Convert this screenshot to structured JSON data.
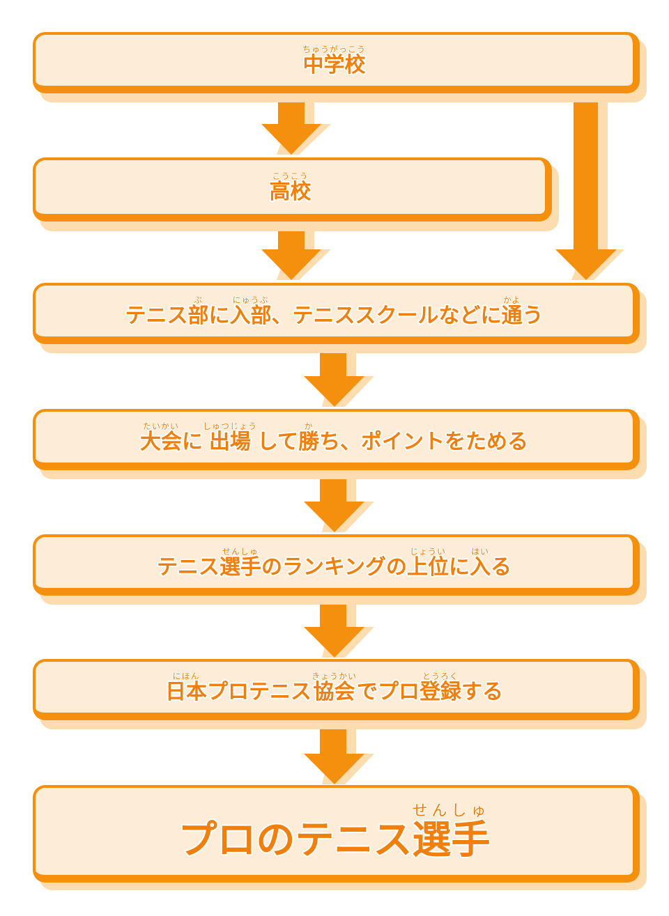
{
  "colors": {
    "accent": "#f5900f",
    "text": "#f07f0c",
    "box_fill": "#fdecd7",
    "shadow": "#fddcb0",
    "background": "#ffffff"
  },
  "steps": [
    {
      "id": "junior-high",
      "segments": [
        {
          "base": "中学校",
          "ruby": "ちゅうがっこう"
        }
      ]
    },
    {
      "id": "high-school",
      "segments": [
        {
          "base": "高校",
          "ruby": "こうこう"
        }
      ]
    },
    {
      "id": "join-club",
      "segments": [
        {
          "base": "テニス",
          "ruby": ""
        },
        {
          "base": "部",
          "ruby": "ぶ"
        },
        {
          "base": "に",
          "ruby": ""
        },
        {
          "base": "入部",
          "ruby": "にゅうぶ"
        },
        {
          "base": "、テニススクールなどに",
          "ruby": ""
        },
        {
          "base": "通",
          "ruby": "かよ"
        },
        {
          "base": "う",
          "ruby": ""
        }
      ]
    },
    {
      "id": "tournaments",
      "segments": [
        {
          "base": "大会",
          "ruby": "たいかい"
        },
        {
          "base": "に",
          "ruby": ""
        },
        {
          "base": "出場",
          "ruby": "しゅつじょう"
        },
        {
          "base": "して",
          "ruby": ""
        },
        {
          "base": "勝",
          "ruby": "か"
        },
        {
          "base": "ち、ポイントをためる",
          "ruby": ""
        }
      ]
    },
    {
      "id": "ranking",
      "segments": [
        {
          "base": "テニス",
          "ruby": ""
        },
        {
          "base": "選手",
          "ruby": "せんしゅ"
        },
        {
          "base": "のランキングの",
          "ruby": ""
        },
        {
          "base": "上位",
          "ruby": "じょうい"
        },
        {
          "base": "に",
          "ruby": ""
        },
        {
          "base": "入",
          "ruby": "はい"
        },
        {
          "base": "る",
          "ruby": ""
        }
      ]
    },
    {
      "id": "registration",
      "segments": [
        {
          "base": "日本",
          "ruby": "にほん"
        },
        {
          "base": "プロテニス",
          "ruby": ""
        },
        {
          "base": "協会",
          "ruby": "きょうかい"
        },
        {
          "base": "でプロ",
          "ruby": ""
        },
        {
          "base": "登録",
          "ruby": "とうろく"
        },
        {
          "base": "する",
          "ruby": ""
        }
      ]
    },
    {
      "id": "pro-player",
      "segments": [
        {
          "base": "プロのテニス",
          "ruby": ""
        },
        {
          "base": "選手",
          "ruby": "せんしゅ"
        }
      ]
    }
  ],
  "connections": [
    {
      "from": "junior-high",
      "to": "high-school"
    },
    {
      "from": "high-school",
      "to": "join-club"
    },
    {
      "from": "junior-high",
      "to": "join-club"
    },
    {
      "from": "join-club",
      "to": "tournaments"
    },
    {
      "from": "tournaments",
      "to": "ranking"
    },
    {
      "from": "ranking",
      "to": "registration"
    },
    {
      "from": "registration",
      "to": "pro-player"
    }
  ]
}
